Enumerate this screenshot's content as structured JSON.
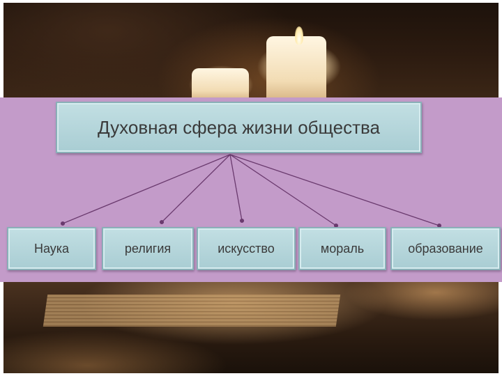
{
  "diagram": {
    "root": {
      "label": "Духовная сфера жизни общества"
    },
    "children": [
      {
        "id": "nauka",
        "label": "Наука"
      },
      {
        "id": "religiya",
        "label": "религия"
      },
      {
        "id": "iskusstvo",
        "label": "искусство"
      },
      {
        "id": "moral",
        "label": "мораль"
      },
      {
        "id": "obrazovanie",
        "label": "образование"
      }
    ]
  },
  "colors": {
    "band": "#c39bc9",
    "box_fill": "#b4d6db",
    "arrow": "#6a3a6e"
  }
}
